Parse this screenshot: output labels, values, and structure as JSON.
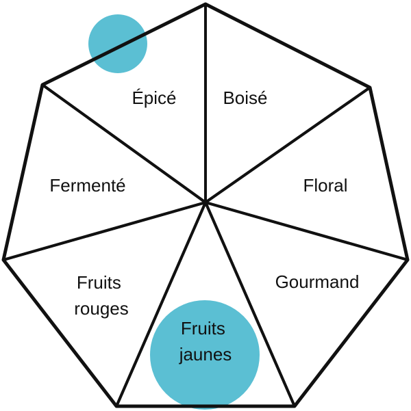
{
  "diagram": {
    "accent_color": "#5bbfd3",
    "segments": [
      {
        "id": "boise",
        "lines": [
          "Boisé"
        ]
      },
      {
        "id": "floral",
        "lines": [
          "Floral"
        ]
      },
      {
        "id": "gourmand",
        "lines": [
          "Gourmand"
        ]
      },
      {
        "id": "fruits-jaunes",
        "lines": [
          "Fruits",
          "jaunes"
        ]
      },
      {
        "id": "fruits-rouges",
        "lines": [
          "Fruits",
          "rouges"
        ]
      },
      {
        "id": "fermente",
        "lines": [
          "Fermenté"
        ]
      },
      {
        "id": "epice",
        "lines": [
          "Épicé"
        ]
      }
    ]
  }
}
